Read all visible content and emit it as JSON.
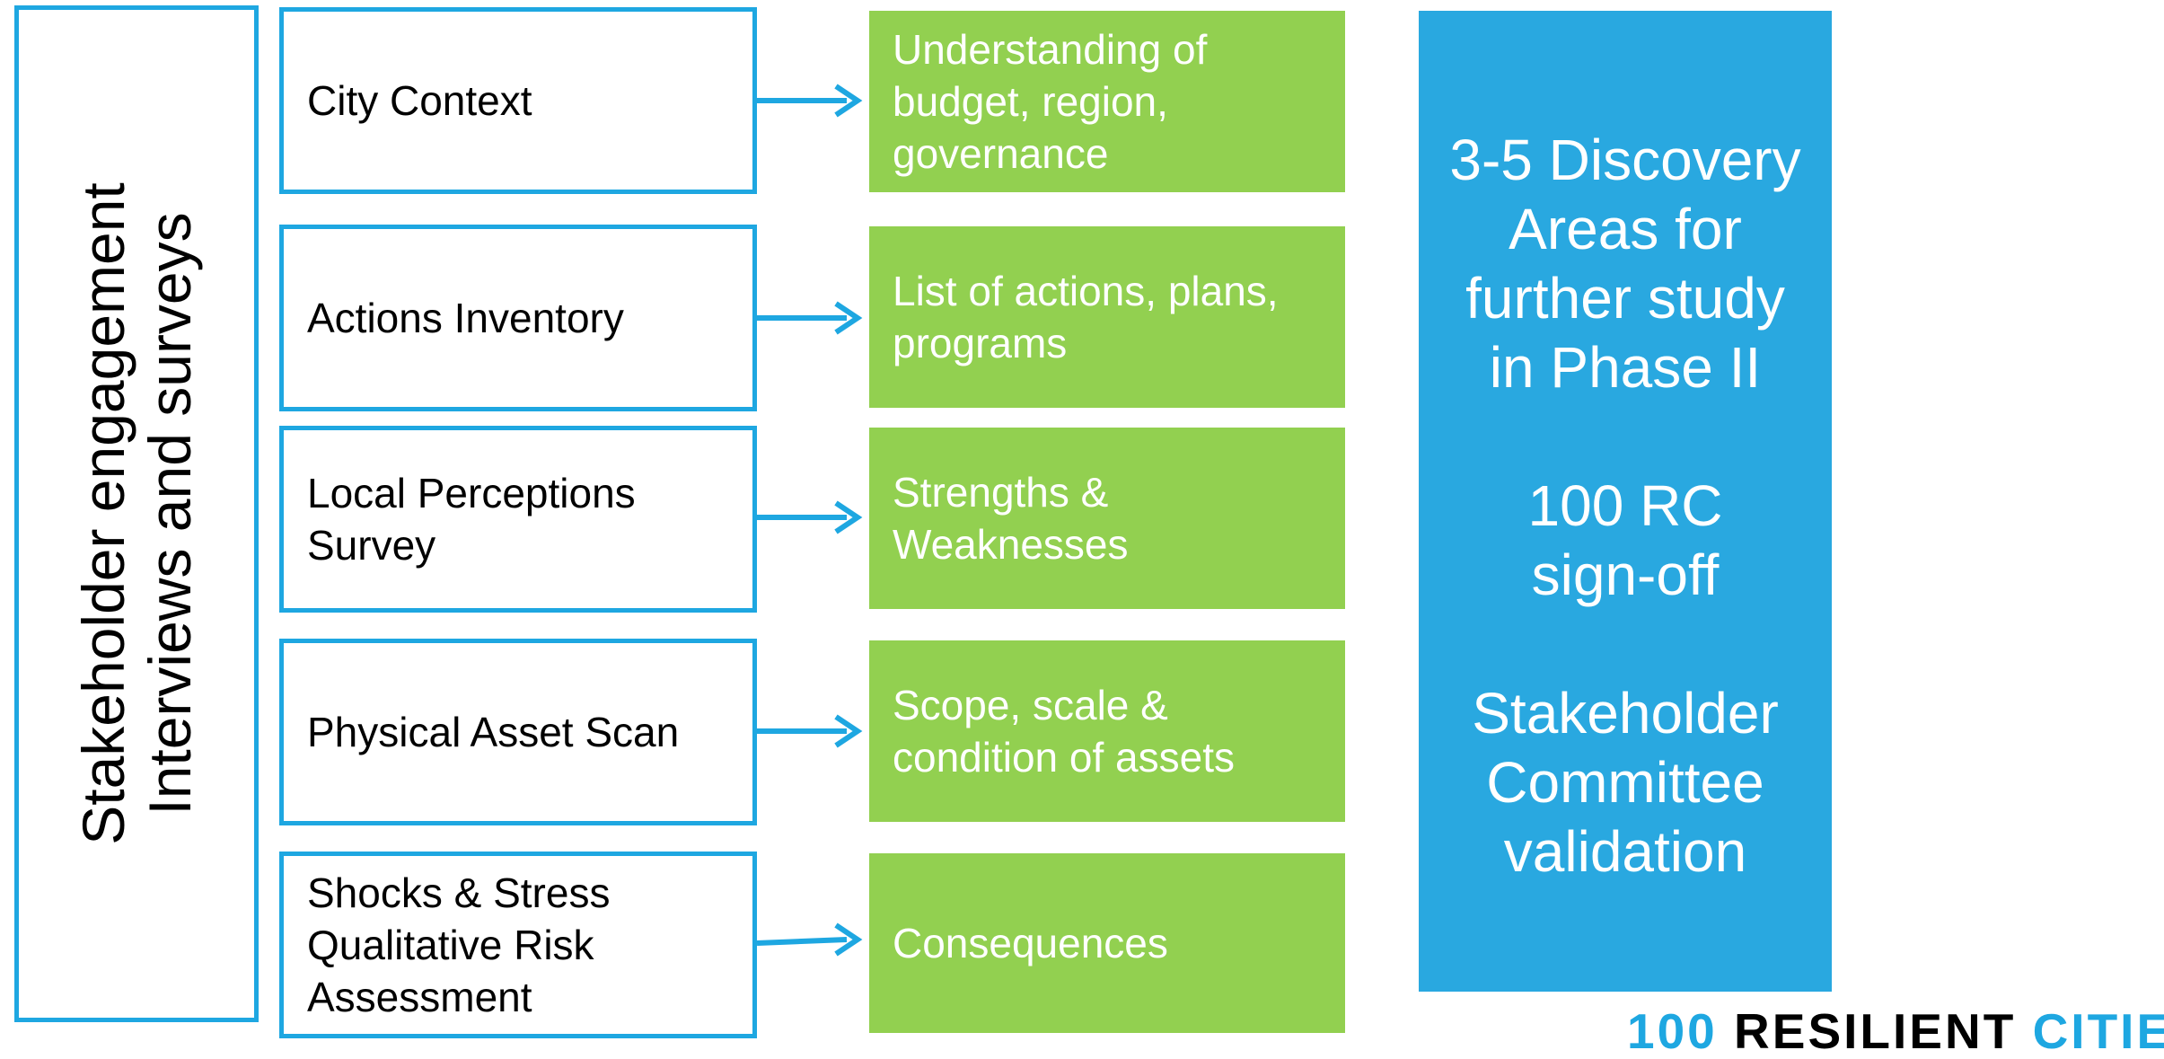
{
  "left_panel": {
    "line1": "Stakeholder engagement",
    "line2": "Interviews and surveys"
  },
  "stages": [
    {
      "label": "City Context",
      "outcome": "Understanding of\nbudget, region,\ngovernance"
    },
    {
      "label": "Actions Inventory",
      "outcome": "List of actions, plans,\nprograms"
    },
    {
      "label": "Local Perceptions\nSurvey",
      "outcome": "Strengths &\nWeaknesses"
    },
    {
      "label": "Physical Asset Scan",
      "outcome": "Scope, scale &\ncondition of assets"
    },
    {
      "label": "Shocks & Stress\nQualitative Risk\nAssessment",
      "outcome": "Consequences"
    }
  ],
  "right_panel": {
    "block1": "3-5 Discovery\nAreas for\nfurther study\nin Phase II",
    "block2": "100 RC\nsign-off",
    "block3": "Stakeholder\nCommittee\nvalidation"
  },
  "logo": {
    "part1": "100",
    "part2": "RESILIENT",
    "part3": "CITIES"
  },
  "colors": {
    "accent_blue": "#1ea7e1",
    "green": "#92d050",
    "panel_blue": "#29a8e0"
  }
}
